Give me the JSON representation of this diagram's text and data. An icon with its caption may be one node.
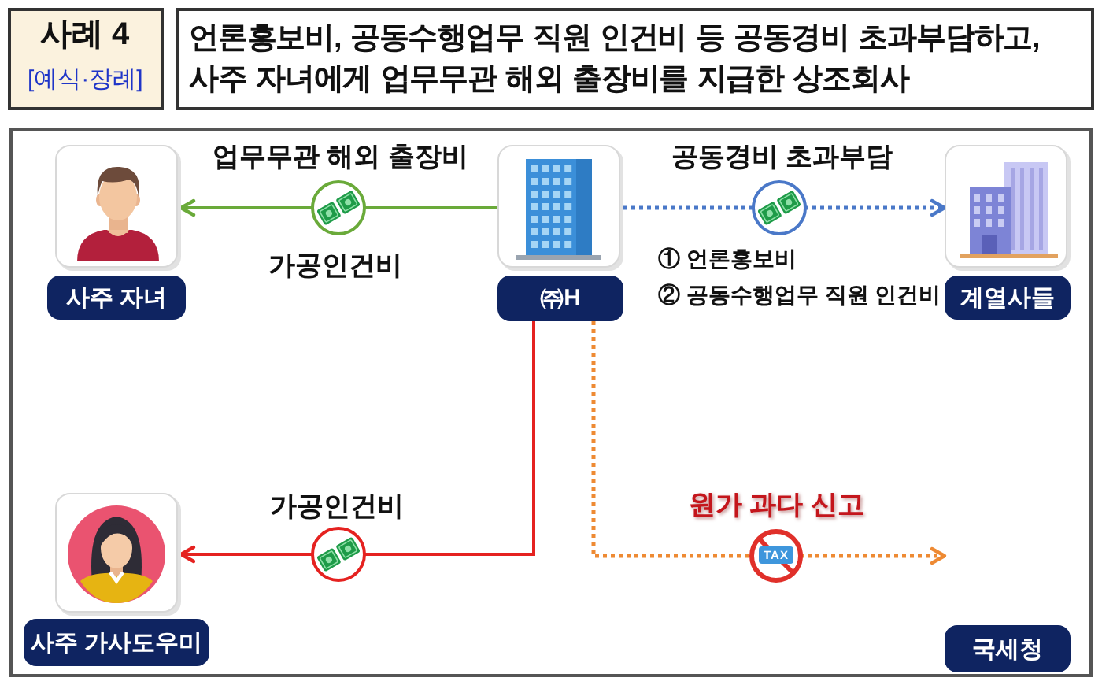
{
  "diagram": {
    "title": "언론홍보비, 공동수행업무 직원 인건비 등 공동경비 초과부담하고, 사주 자녀에게 업무무관 해외 출장비를 지급한 상조회사",
    "nodes": [
      {
        "text": [
          "사주 자녀"
        ]
      },
      {
        "text": [
          "㈜H"
        ]
      },
      {
        "text": [
          "계열사들"
        ]
      },
      {
        "text": [
          "사주 가사도우미"
        ]
      },
      {
        "text": [
          "국세청"
        ]
      }
    ],
    "edges": [
      {
        "from": 1,
        "to": 0,
        "arrow": "to",
        "label": "업무무관 해외 출장비",
        "color": "#6aaa3a"
      },
      {
        "from": 1,
        "to": 2,
        "arrow": "to",
        "label": "공동경비 초과부담",
        "style": "dashed",
        "color": "#4a78c8"
      },
      {
        "from": 1,
        "to": 3,
        "arrow": "to",
        "label": "가공인건비",
        "color": "#e52220"
      },
      {
        "from": 1,
        "to": 4,
        "arrow": "to",
        "label": "원가 과다 신고",
        "style": "dashed",
        "color": "#ee8a33"
      }
    ],
    "labels": [
      "사례 4",
      "[예식·장례]",
      "가공인건비",
      "① 언론홍보비",
      "② 공동수행업무 직원 인건비",
      "TAX"
    ]
  }
}
